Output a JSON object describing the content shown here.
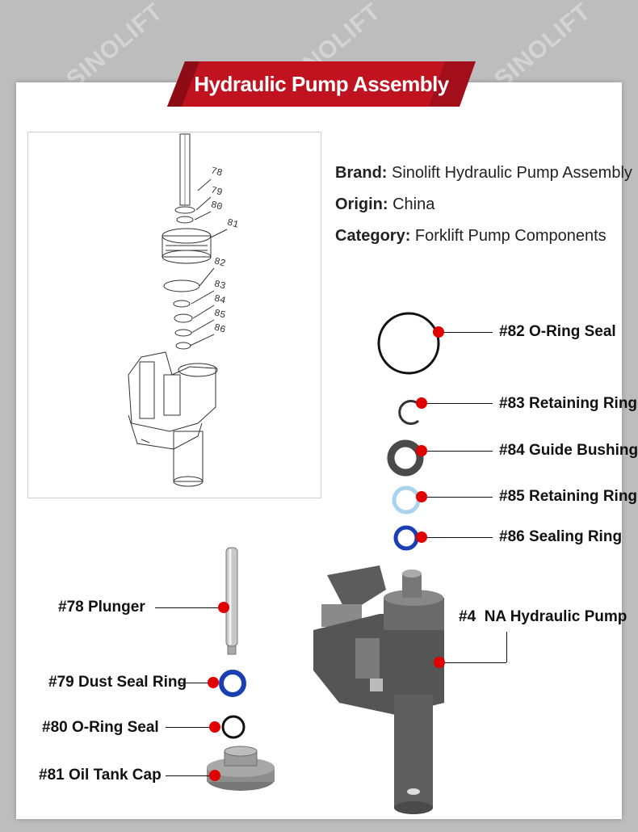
{
  "watermark_text": "SINOLIFT",
  "banner": {
    "title": "Hydraulic Pump Assembly",
    "color": "#c1121f"
  },
  "info": {
    "brand_label": "Brand:",
    "brand_value": "Sinolift Hydraulic Pump Assembly",
    "origin_label": "Origin:",
    "origin_value": "China",
    "category_label": "Category:",
    "category_value": "Forklift Pump Components"
  },
  "diagram": {
    "callouts": [
      "78",
      "79",
      "80",
      "81",
      "82",
      "83",
      "84",
      "85",
      "86"
    ]
  },
  "parts": {
    "p82": "#82 O-Ring Seal",
    "p83": "#83 Retaining Ring",
    "p84": "#84 Guide Bushing",
    "p85": "#85 Retaining Ring",
    "p86": "#86 Sealing Ring",
    "p78": "#78 Plunger",
    "p4": "#4  NA Hydraulic Pump",
    "p79": "#79 Dust Seal Ring",
    "p80": "#80 O-Ring Seal",
    "p81": "#81 Oil Tank Cap"
  },
  "colors": {
    "dot": "#e00000",
    "blue_ring": "#1a3fb3",
    "light_ring": "#a9d3ef"
  }
}
